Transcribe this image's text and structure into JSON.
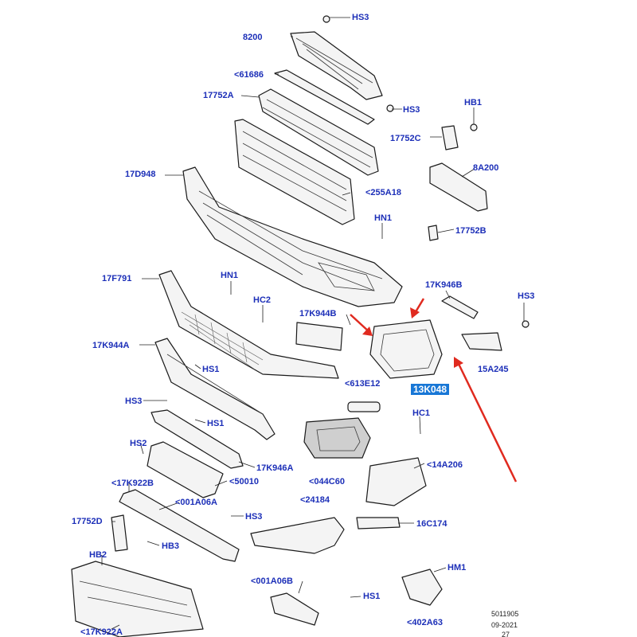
{
  "labels": {
    "l8200": "8200",
    "hs3_top": "HS3",
    "l61686": "<61686",
    "l17752a": "17752A",
    "hs3_mid": "HS3",
    "hb1": "HB1",
    "l17752c": "17752C",
    "l8a200": "8A200",
    "l17d948": "17D948",
    "l255a18": "<255A18",
    "hn1_mid": "HN1",
    "l17752b": "17752B",
    "l17f791": "17F791",
    "hn1_left": "HN1",
    "hc2": "HC2",
    "l17k944b": "17K944B",
    "l17k946b": "17K946B",
    "hs3_right": "HS3",
    "l17k944a": "17K944A",
    "hs1_a": "HS1",
    "l613e12": "<613E12",
    "l13k048": "13K048",
    "l15a245": "15A245",
    "hs3_left": "HS3",
    "hs1_b": "HS1",
    "hc1": "HC1",
    "hs2": "HS2",
    "l17k946a": "17K946A",
    "l14a206": "<14A206",
    "l50010": "<50010",
    "l044c60": "<044C60",
    "l17k922b": "<17K922B",
    "l001a06a": "<001A06A",
    "hs3_low": "HS3",
    "l24184": "<24184",
    "l17752d": "17752D",
    "l16c174": "16C174",
    "hb3": "HB3",
    "hb2": "HB2",
    "hm1": "HM1",
    "l001a06b": "<001A06B",
    "hs1_c": "HS1",
    "l402a63": "<402A63",
    "l17k922a": "<17K922A"
  },
  "footer": {
    "code": "5011905",
    "date": "09-2021",
    "page": "27"
  },
  "colors": {
    "label_text": "#1c2fb8",
    "highlight_bg": "#1877d6",
    "arrow": "#e02a1f"
  }
}
